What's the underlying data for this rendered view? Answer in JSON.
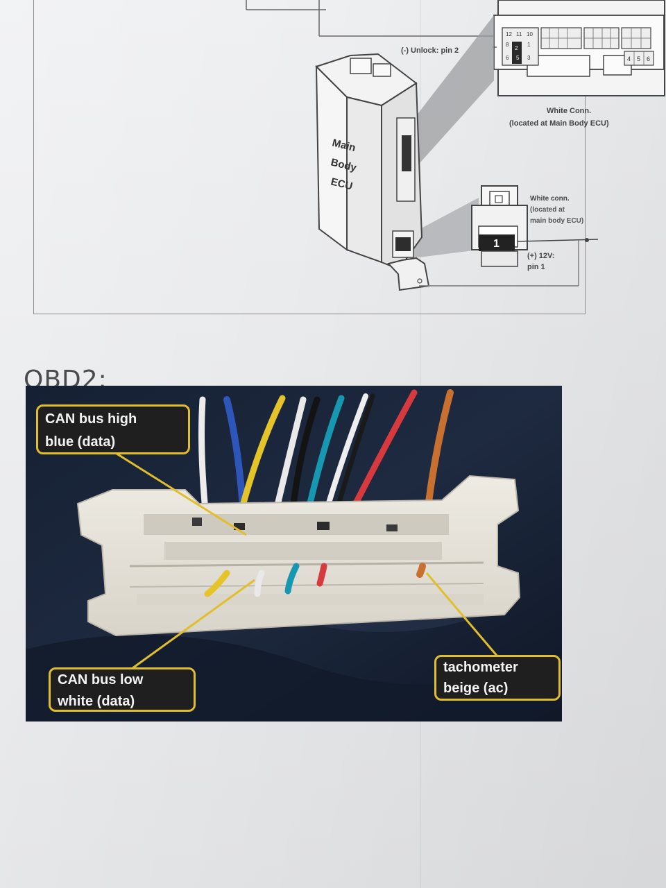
{
  "diagram": {
    "unlock_label": "(-) Unlock: pin 2",
    "white_conn_top_label_1": "White Conn.",
    "white_conn_top_label_2": "(located at Main Body ECU)",
    "ecu_label_1": "Main",
    "ecu_label_2": "Body",
    "ecu_label_3": "ECU",
    "white_conn_small_label_1": "White conn.",
    "white_conn_small_label_2": "(located at",
    "white_conn_small_label_3": "main body ECU)",
    "pin_number": "1",
    "power_label_1": "(+) 12V:",
    "power_label_2": "pin 1",
    "pin_grid_left": [
      "12",
      "11",
      "10",
      "8",
      "2",
      "1",
      "6",
      "5",
      "3"
    ],
    "pin_grid_right": [
      "4",
      "5",
      "6"
    ]
  },
  "obd": {
    "heading": "OBD2:",
    "can_high_line1": "CAN bus high",
    "can_high_line2": "blue (data)",
    "can_low_line1": "CAN bus low",
    "can_low_line2": "white (data)",
    "tach_line1": "tachometer",
    "tach_line2": "beige (ac)"
  },
  "colors": {
    "callout_border": "#e1be2c",
    "callout_fill": "#1f1f1f",
    "wire_yellow": "#e5c42a",
    "wire_blue": "#2e56b8",
    "wire_red": "#d63a3e",
    "wire_orange": "#c7702f",
    "wire_teal": "#1797b0",
    "connector_white": "#e7e3da"
  }
}
